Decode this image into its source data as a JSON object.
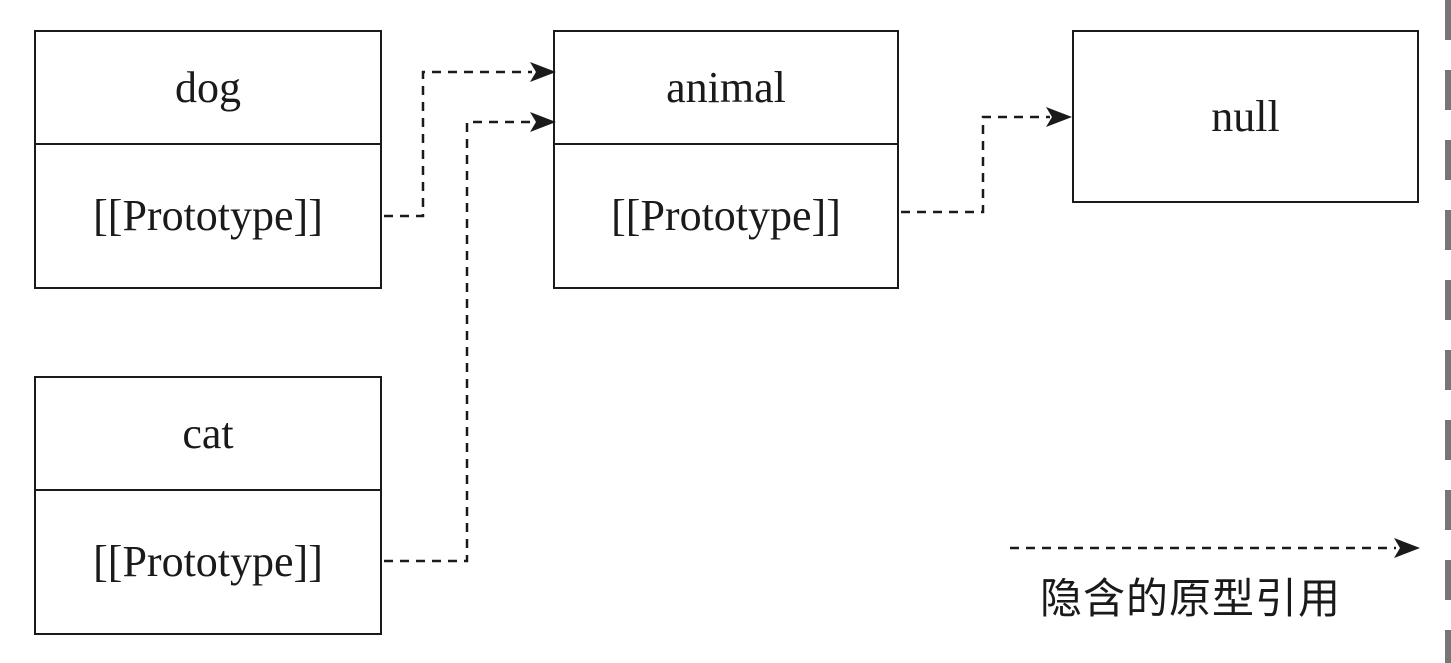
{
  "objects": {
    "dog": {
      "name": "dog",
      "slot": "[[Prototype]]"
    },
    "cat": {
      "name": "cat",
      "slot": "[[Prototype]]"
    },
    "animal": {
      "name": "animal",
      "slot": "[[Prototype]]"
    },
    "null": {
      "name": "null"
    }
  },
  "links": [
    {
      "from": "dog",
      "to": "animal",
      "style": "dashed-arrow"
    },
    {
      "from": "cat",
      "to": "animal",
      "style": "dashed-arrow"
    },
    {
      "from": "animal",
      "to": "null",
      "style": "dashed-arrow"
    }
  ],
  "legend": {
    "label": "隐含的原型引用"
  },
  "colors": {
    "stroke": "#1a1a1a",
    "background": "#ffffff"
  }
}
